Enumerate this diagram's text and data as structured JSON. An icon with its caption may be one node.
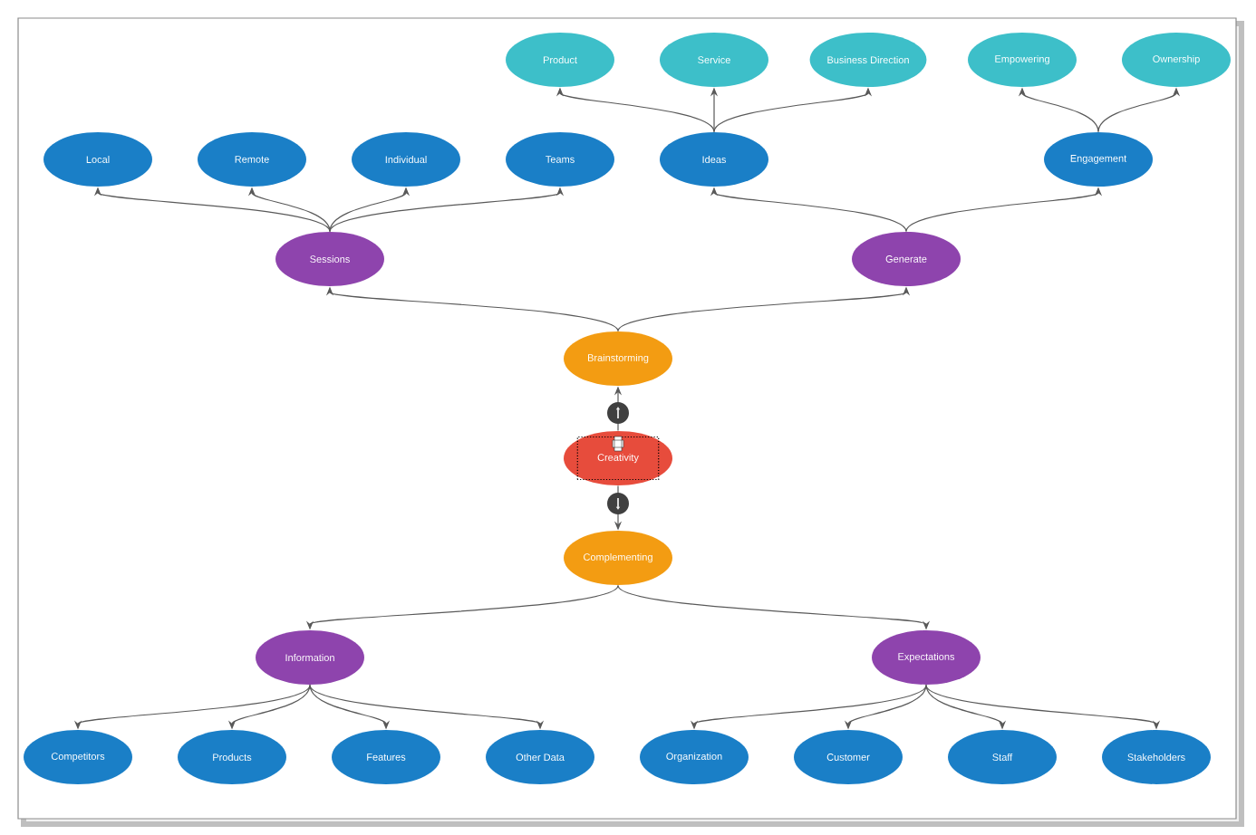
{
  "diagram": {
    "nodes": [
      {
        "text": [
          "Product"
        ]
      },
      {
        "text": [
          "Service"
        ]
      },
      {
        "text": [
          "Business Direction"
        ]
      },
      {
        "text": [
          "Empowering"
        ]
      },
      {
        "text": [
          "Ownership"
        ]
      },
      {
        "text": [
          "Local"
        ]
      },
      {
        "text": [
          "Remote"
        ]
      },
      {
        "text": [
          "Individual"
        ]
      },
      {
        "text": [
          "Teams"
        ]
      },
      {
        "text": [
          "Ideas"
        ]
      },
      {
        "text": [
          "Engagement"
        ]
      },
      {
        "text": [
          "Sessions"
        ]
      },
      {
        "text": [
          "Generate"
        ]
      },
      {
        "text": [
          "Brainstorming"
        ]
      },
      {
        "text": [
          "Creativity"
        ]
      },
      {
        "text": [
          "Complementing"
        ]
      },
      {
        "text": [
          "Information"
        ]
      },
      {
        "text": [
          "Expectations"
        ]
      },
      {
        "text": [
          "Competitors"
        ]
      },
      {
        "text": [
          "Products"
        ]
      },
      {
        "text": [
          "Features"
        ]
      },
      {
        "text": [
          "Other Data"
        ]
      },
      {
        "text": [
          "Organization"
        ]
      },
      {
        "text": [
          "Customer"
        ]
      },
      {
        "text": [
          "Staff"
        ]
      },
      {
        "text": [
          "Stakeholders"
        ]
      }
    ],
    "edges": [
      {
        "from": 14,
        "to": 13,
        "arrow": "to"
      },
      {
        "from": 14,
        "to": 15,
        "arrow": "to"
      },
      {
        "from": 13,
        "to": 11,
        "arrow": "to"
      },
      {
        "from": 13,
        "to": 12,
        "arrow": "to"
      },
      {
        "from": 11,
        "to": 5,
        "arrow": "to"
      },
      {
        "from": 11,
        "to": 6,
        "arrow": "to"
      },
      {
        "from": 11,
        "to": 7,
        "arrow": "to"
      },
      {
        "from": 11,
        "to": 8,
        "arrow": "to"
      },
      {
        "from": 12,
        "to": 9,
        "arrow": "to"
      },
      {
        "from": 12,
        "to": 10,
        "arrow": "to"
      },
      {
        "from": 9,
        "to": 0,
        "arrow": "to"
      },
      {
        "from": 9,
        "to": 1,
        "arrow": "to"
      },
      {
        "from": 9,
        "to": 2,
        "arrow": "to"
      },
      {
        "from": 10,
        "to": 3,
        "arrow": "to"
      },
      {
        "from": 10,
        "to": 4,
        "arrow": "to"
      },
      {
        "from": 15,
        "to": 16,
        "arrow": "to"
      },
      {
        "from": 15,
        "to": 17,
        "arrow": "to"
      },
      {
        "from": 16,
        "to": 18,
        "arrow": "to"
      },
      {
        "from": 16,
        "to": 19,
        "arrow": "to"
      },
      {
        "from": 16,
        "to": 20,
        "arrow": "to"
      },
      {
        "from": 16,
        "to": 21,
        "arrow": "to"
      },
      {
        "from": 17,
        "to": 22,
        "arrow": "to"
      },
      {
        "from": 17,
        "to": 23,
        "arrow": "to"
      },
      {
        "from": 17,
        "to": 24,
        "arrow": "to"
      },
      {
        "from": 17,
        "to": 25,
        "arrow": "to"
      }
    ]
  }
}
